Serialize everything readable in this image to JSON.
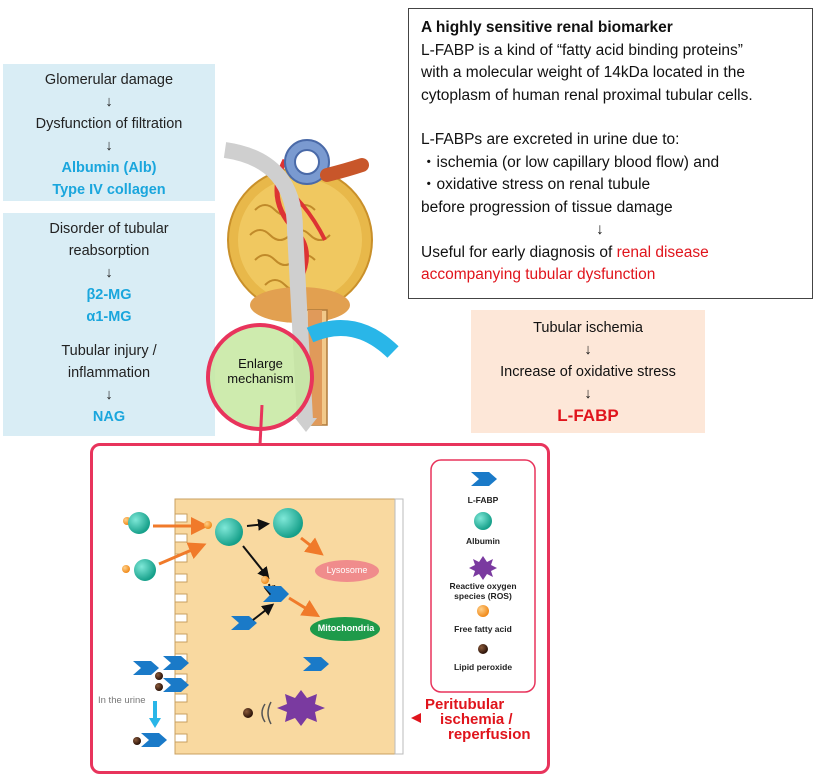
{
  "glomerular": {
    "line1": "Glomerular damage",
    "arrow1": "↓",
    "line2": "Dysfunction of filtration",
    "arrow2": "↓",
    "marker1": "Albumin (Alb)",
    "marker2": "Type IV collagen"
  },
  "tubular": {
    "line1": "Disorder of tubular",
    "line2": "reabsorption",
    "arrow1": "↓",
    "marker1": "β2-MG",
    "marker2": "α1-MG",
    "line3": "Tubular injury /",
    "line4": "inflammation",
    "arrow2": "↓",
    "marker3": "NAG"
  },
  "info": {
    "title": "A highly sensitive renal biomarker",
    "p1a": "L-FABP is a kind of “fatty acid binding proteins”",
    "p1b": "with a molecular weight of 14kDa located in the",
    "p1c": "cytoplasm of human renal proximal tubular cells.",
    "p2a": "L-FABPs are excreted in urine due to:",
    "p2b": "・ischemia (or low capillary blood flow) and",
    "p2c": "・oxidative stress on renal tubule",
    "p2d": "before progression of tissue damage",
    "arrow": "↓",
    "p3a": "Useful for early diagnosis of ",
    "p3red1": "renal disease",
    "p3red2": "accompanying tubular dysfunction"
  },
  "ischemia": {
    "line1": "Tubular ischemia",
    "arrow1": "↓",
    "line2": "Increase of oxidative stress",
    "arrow2": "↓",
    "result": "L-FABP"
  },
  "enlarge": {
    "line1": "Enlarge",
    "line2": "mechanism"
  },
  "mechanism": {
    "lysosome": "Lysosome",
    "mitochondria": "Mitochondria",
    "urine": "In the urine",
    "peritubular1": "Peritubular",
    "peritubular2": "ischemia /",
    "peritubular3": "reperfusion"
  },
  "legend": {
    "lfabp": "L-FABP",
    "albumin": "Albumin",
    "ros1": "Reactive oxygen",
    "ros2": "species (ROS)",
    "ffa": "Free fatty acid",
    "lipid": "Lipid peroxide"
  },
  "colors": {
    "cyan_text": "#1aa6dd",
    "red_text": "#e0141c",
    "blue_box": "#d9edf5",
    "peach_box": "#fde7d8",
    "frame_pink": "#e8345c",
    "cell_tan": "#f9d9a0",
    "lysosome": "#f08c8c",
    "mitochondria": "#1e9a4a"
  }
}
